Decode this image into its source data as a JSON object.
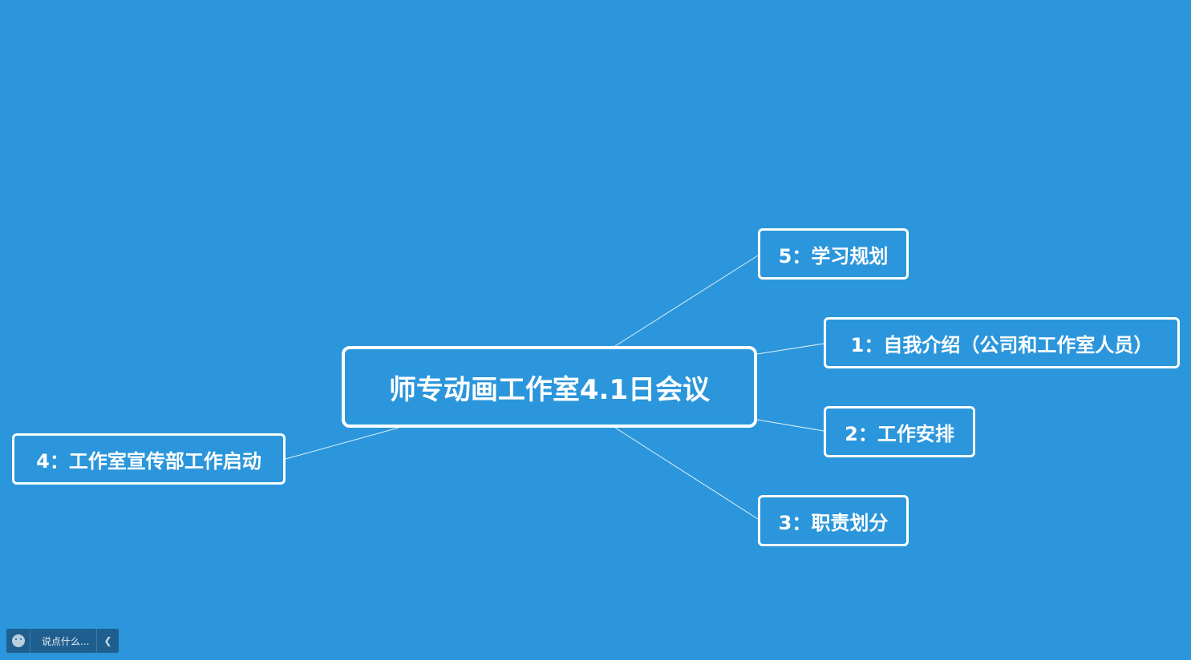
{
  "mindmap": {
    "root": {
      "label": "师专动画工作室4.1日会议"
    },
    "branches": [
      {
        "id": "5",
        "label": "5：学习规划"
      },
      {
        "id": "1",
        "label": "1：自我介绍（公司和工作室人员）"
      },
      {
        "id": "2",
        "label": "2：工作安排"
      },
      {
        "id": "3",
        "label": "3：职责划分"
      },
      {
        "id": "4",
        "label": "4：工作室宣传部工作启动"
      }
    ]
  },
  "chatbar": {
    "emoji_icon": "smiley-icon",
    "placeholder": "说点什么...",
    "collapse_icon": "chevron-left-icon"
  },
  "colors": {
    "background": "#2b96db",
    "node_border": "#ffffff",
    "link": "#ffffff"
  }
}
